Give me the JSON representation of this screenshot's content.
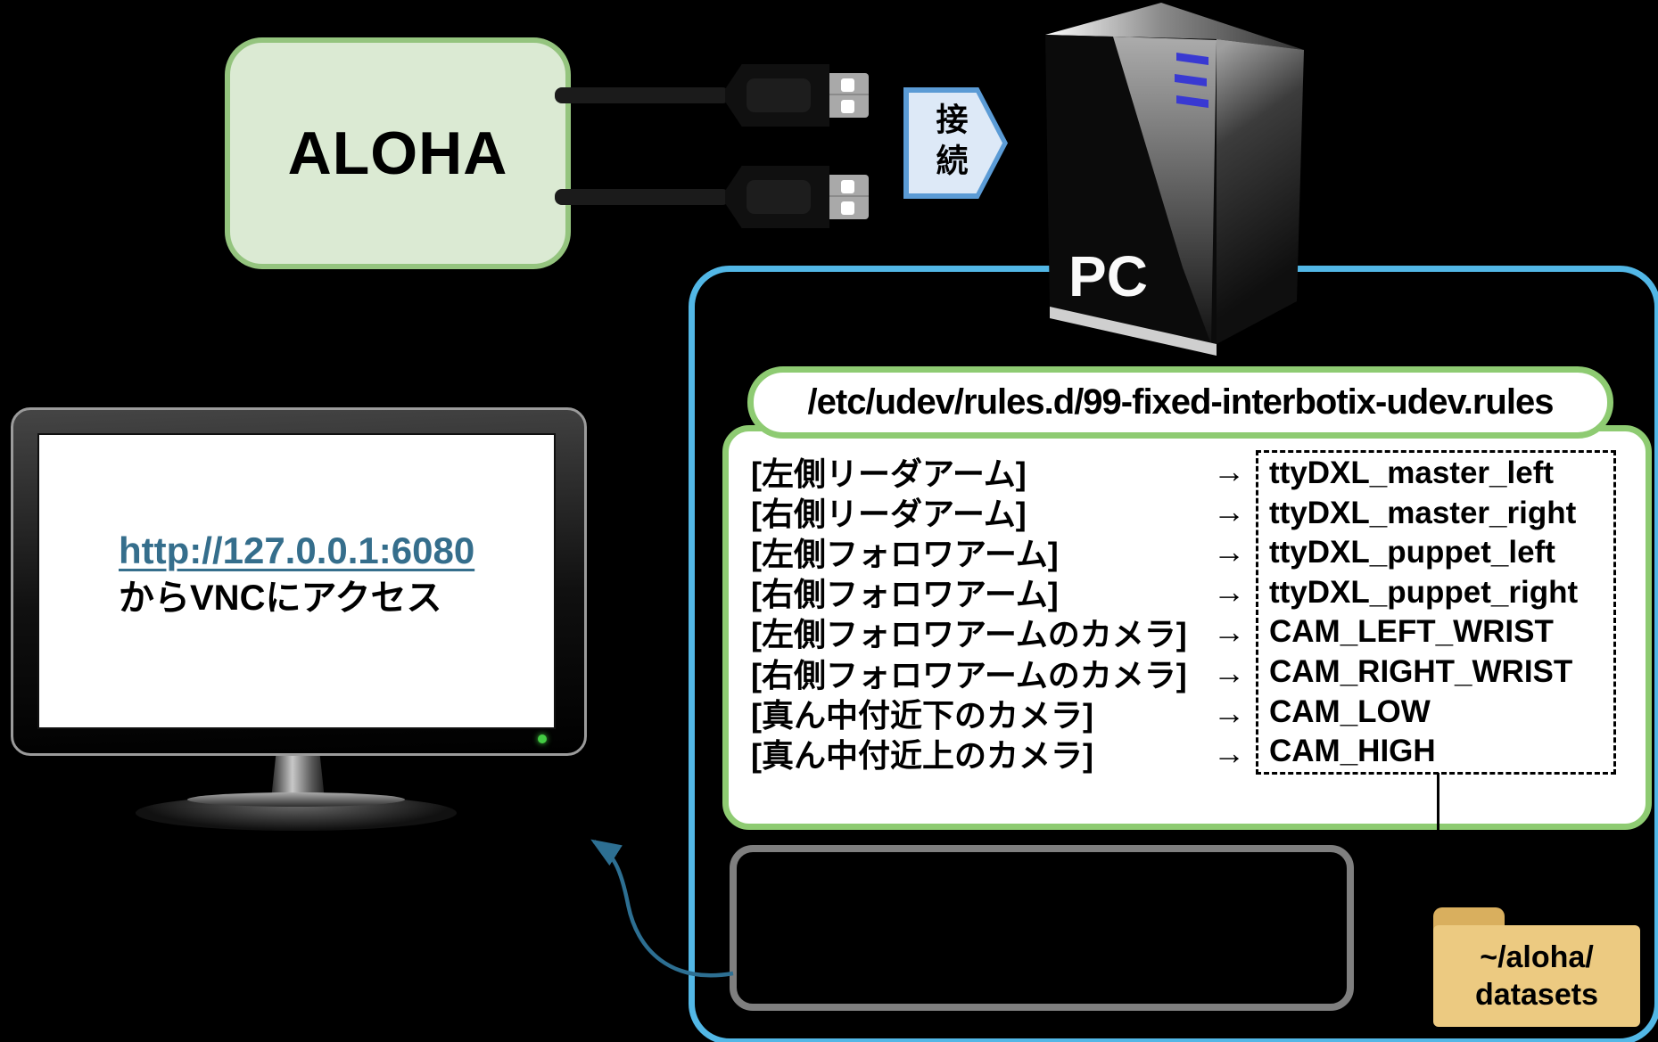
{
  "aloha": {
    "label": "ALOHA"
  },
  "connect_arrow": {
    "label": "接続"
  },
  "pc": {
    "label": "PC"
  },
  "udev": {
    "title": "/etc/udev/rules.d/99-fixed-interbotix-udev.rules",
    "arrow": "→",
    "rows": [
      {
        "label": "[左側リーダアーム]",
        "value": "ttyDXL_master_left"
      },
      {
        "label": "[右側リーダアーム]",
        "value": "ttyDXL_master_right"
      },
      {
        "label": "[左側フォロワアーム]",
        "value": "ttyDXL_puppet_left"
      },
      {
        "label": "[右側フォロワアーム]",
        "value": "ttyDXL_puppet_right"
      },
      {
        "label": "[左側フォロワアームのカメラ]",
        "value": "CAM_LEFT_WRIST"
      },
      {
        "label": "[右側フォロワアームのカメラ]",
        "value": "CAM_RIGHT_WRIST"
      },
      {
        "label": "[真ん中付近下のカメラ]",
        "value": "CAM_LOW"
      },
      {
        "label": "[真ん中付近上のカメラ]",
        "value": "CAM_HIGH"
      }
    ]
  },
  "monitor": {
    "link": "http://127.0.0.1:6080",
    "caption": "からVNCにアクセス"
  },
  "folder": {
    "line1": "~/aloha/",
    "line2": "datasets"
  },
  "colors": {
    "background": "#000000",
    "aloha_fill": "#dbead3",
    "green_border": "#8ecb72",
    "aloha_border": "#94c47e",
    "blue_panel_border": "#52b7e6",
    "pentagon_border": "#5b9bd5",
    "pentagon_fill": "#dde9f7",
    "link_text": "#356e8c",
    "folder_fill": "#ecca81",
    "gray_box_border": "#7f7f7f",
    "flow_arrow": "#2d6f92",
    "pc_led_bars": "#3939d2",
    "power_led": "#43cb43"
  }
}
